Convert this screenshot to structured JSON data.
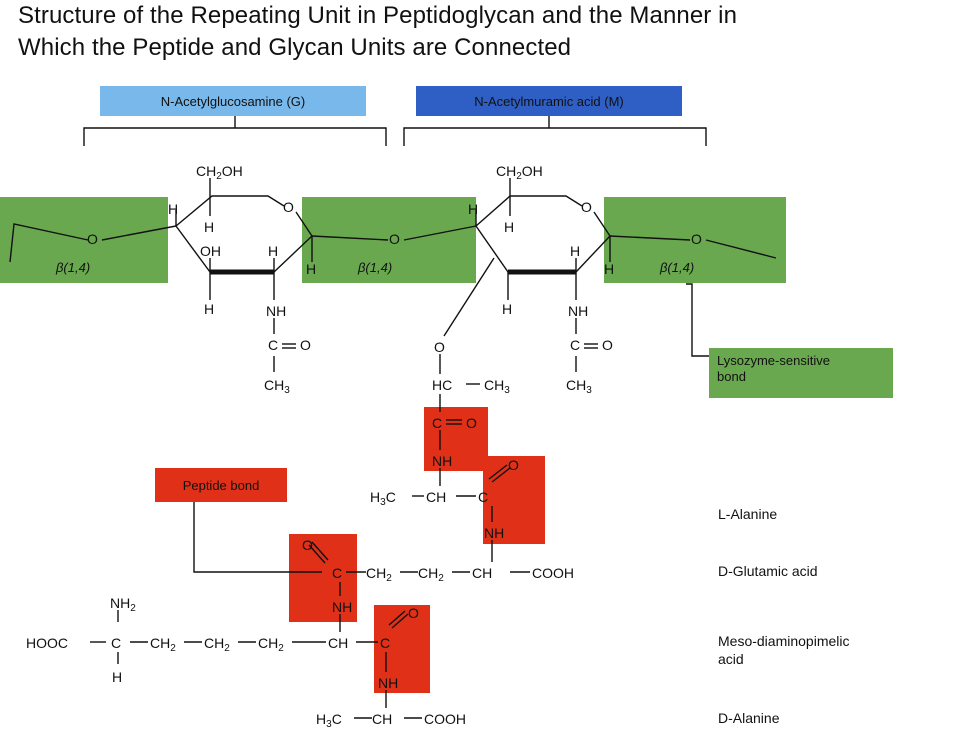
{
  "title": {
    "line1": "Structure of the Repeating Unit in Peptidoglycan and the Manner in",
    "line2": "Which the Peptide and Glycan Units are Connected"
  },
  "units": {
    "g_label": "N-Acetylglucosamine (G)",
    "m_label": "N-Acetylmuramic acid (M)"
  },
  "bonds": {
    "beta_14": "β(1,4)",
    "lysozyme": [
      "Lysozyme-sensitive",
      "bond"
    ],
    "peptide": "Peptide bond"
  },
  "amino_acids": {
    "l_ala": "L-Alanine",
    "d_glu": "D-Glutamic acid",
    "dap": [
      "Meso-diaminopimelic",
      "acid"
    ],
    "d_ala": "D-Alanine"
  },
  "colors": {
    "green": "#6aa84f",
    "g_blue": "#79b8ea",
    "m_blue": "#2f5fc4",
    "red": "#e03018"
  }
}
